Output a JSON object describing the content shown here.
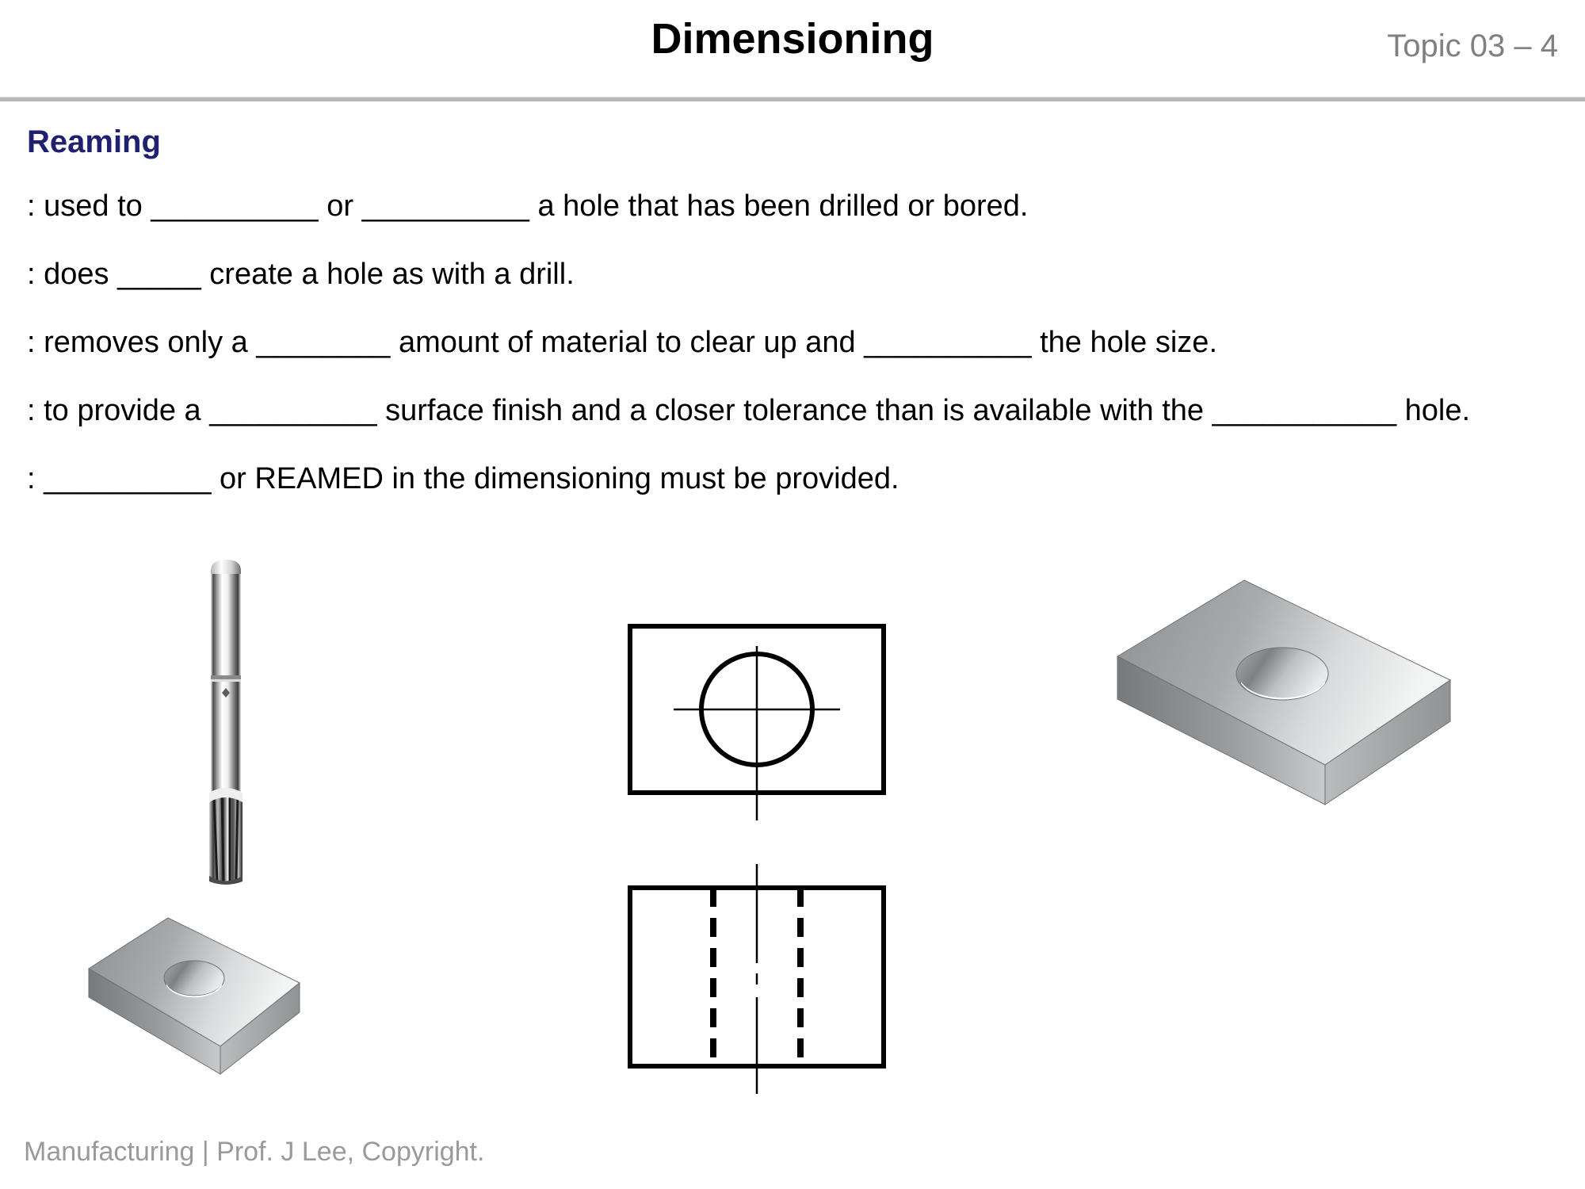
{
  "header": {
    "title": "Dimensioning",
    "topic": "Topic 03 – 4"
  },
  "section": {
    "heading": "Reaming"
  },
  "bullets": [
    ": used to __________ or __________ a hole that has been drilled or bored.",
    ": does _____ create a hole as with a drill.",
    ": removes only a ________ amount of material to clear up and __________ the hole size.",
    ": to provide a __________ surface finish and a closer tolerance than is available with the ___________ hole.",
    ": __________ or REAMED in the dimensioning must be provided."
  ],
  "figures": {
    "reamer": {
      "name": "machine reamer tool photograph"
    },
    "ortho_top": {
      "name": "top view: rectangle with circular hole and center lines"
    },
    "ortho_front": {
      "name": "front view: rectangle with hidden dashed lines and center line"
    },
    "iso_right": {
      "name": "isometric rendered plate with through hole"
    },
    "iso_left": {
      "name": "isometric rendered plate with through hole"
    }
  },
  "footer": {
    "text": "Manufacturing | Prof. J Lee, Copyright."
  },
  "colors": {
    "heading_navy": "#1f2170",
    "topic_gray": "#808080",
    "footer_gray": "#9a9a9a",
    "rule_gray": "#b8b8b8",
    "line_black": "#000000"
  }
}
